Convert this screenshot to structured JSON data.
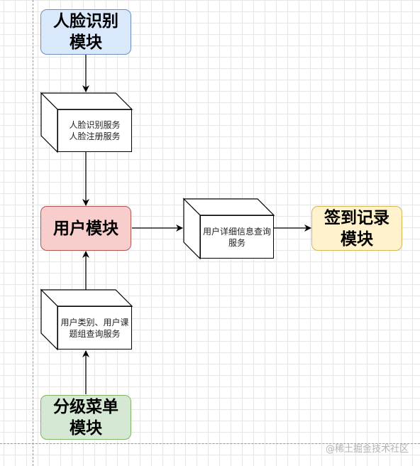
{
  "modules": {
    "face_recognition": {
      "label": "人脸识别\n模块",
      "fill": "#dae8fc",
      "stroke": "#6c8ebf"
    },
    "user": {
      "label": "用户模块",
      "fill": "#f8cecc",
      "stroke": "#b85450"
    },
    "checkin_record": {
      "label": "签到记录\n模块",
      "fill": "#fff2cc",
      "stroke": "#d6b656"
    },
    "menu": {
      "label": "分级菜单\n模块",
      "fill": "#d5e8d4",
      "stroke": "#82b366"
    }
  },
  "services": {
    "face_services": {
      "label": "人脸识别服务\n人脸注册服务"
    },
    "user_detail_query": {
      "label": "用户详细信息查询\n服务"
    },
    "user_category_query": {
      "label": "用户类别、用户课\n题组查询服务"
    }
  },
  "watermark": "@稀土掘金技术社区"
}
